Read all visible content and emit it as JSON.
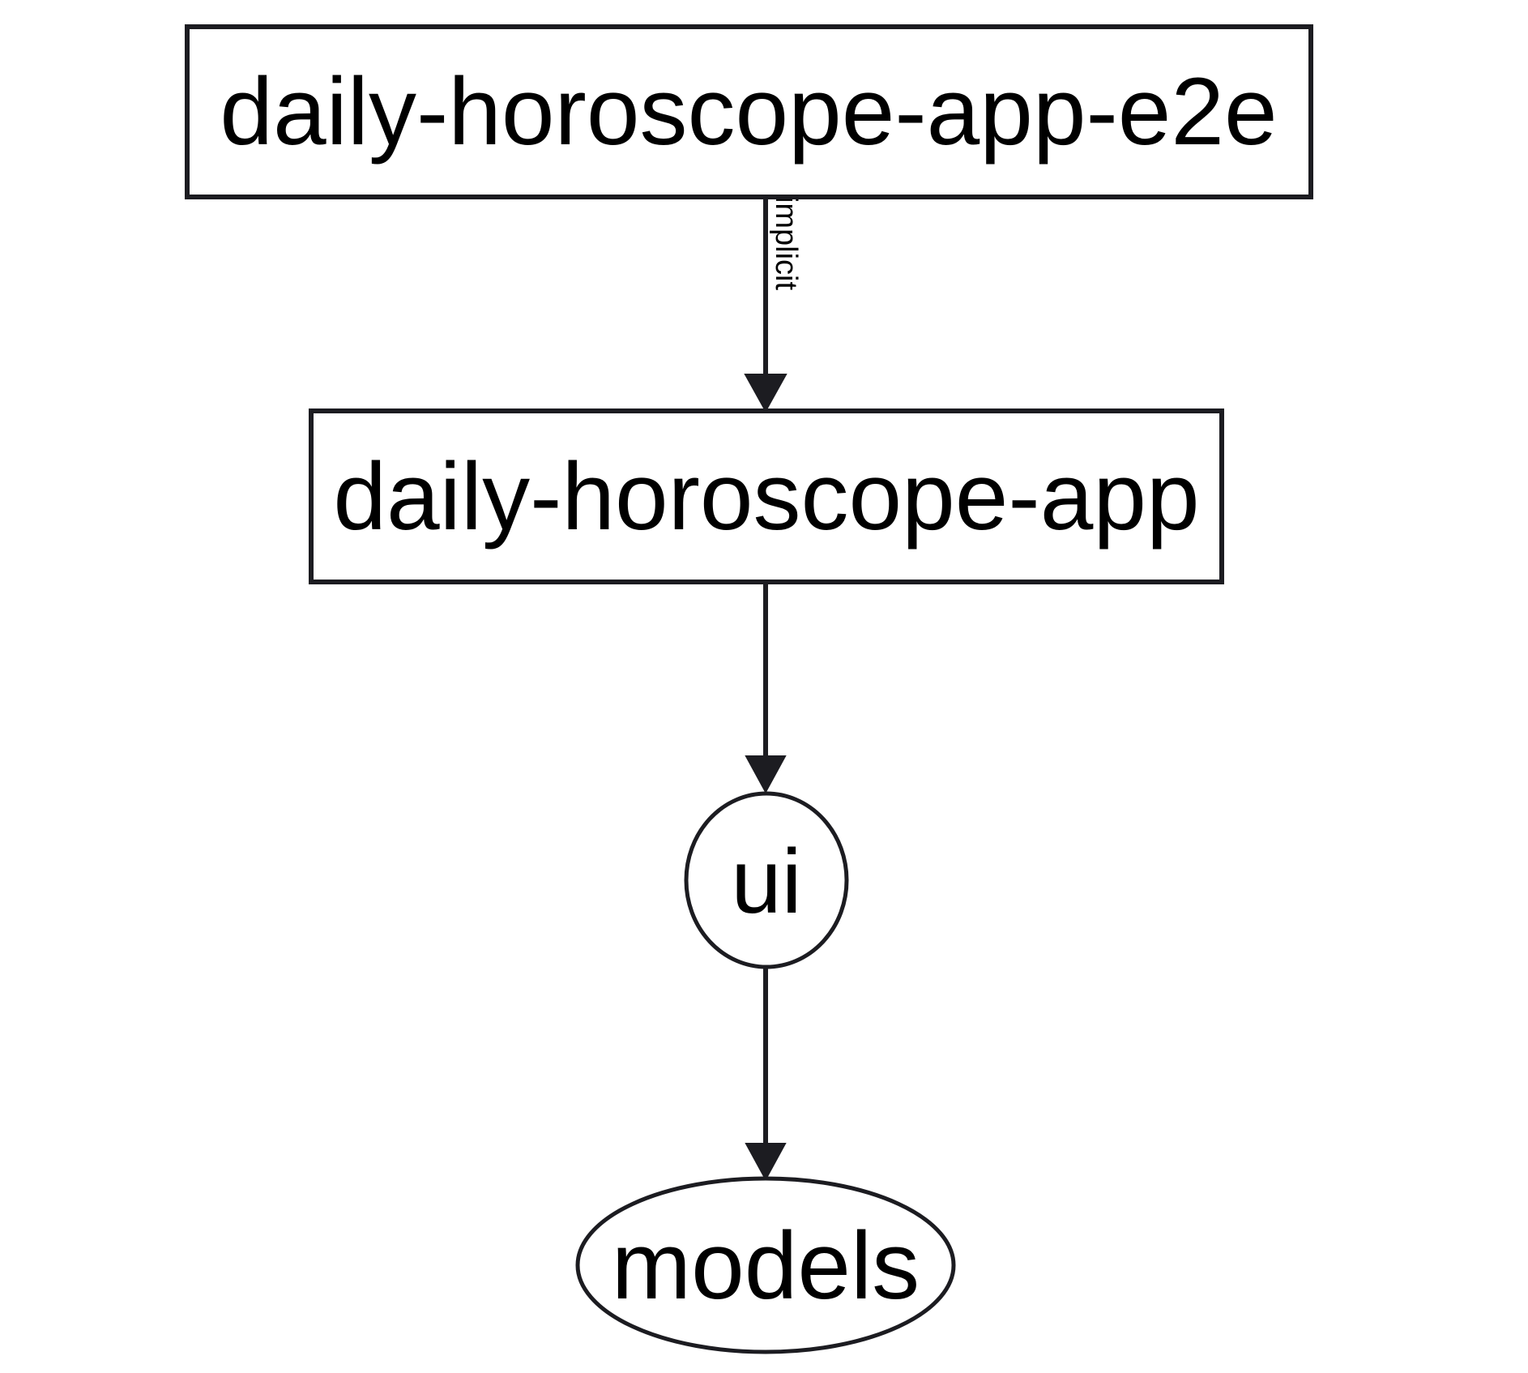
{
  "diagram": {
    "type": "directed-graph",
    "background_color": "#ffffff",
    "stroke_color": "#1c1c21",
    "text_color": "#000000",
    "nodes": [
      {
        "id": "daily-horoscope-app-e2e",
        "label": "daily-horoscope-app-e2e",
        "shape": "rectangle"
      },
      {
        "id": "daily-horoscope-app",
        "label": "daily-horoscope-app",
        "shape": "rectangle"
      },
      {
        "id": "ui",
        "label": "ui",
        "shape": "ellipse"
      },
      {
        "id": "models",
        "label": "models",
        "shape": "ellipse"
      }
    ],
    "edges": [
      {
        "from": "daily-horoscope-app-e2e",
        "to": "daily-horoscope-app",
        "label": "implicit",
        "label_orientation": "vertical"
      },
      {
        "from": "daily-horoscope-app",
        "to": "ui",
        "label": ""
      },
      {
        "from": "ui",
        "to": "models",
        "label": ""
      }
    ]
  }
}
